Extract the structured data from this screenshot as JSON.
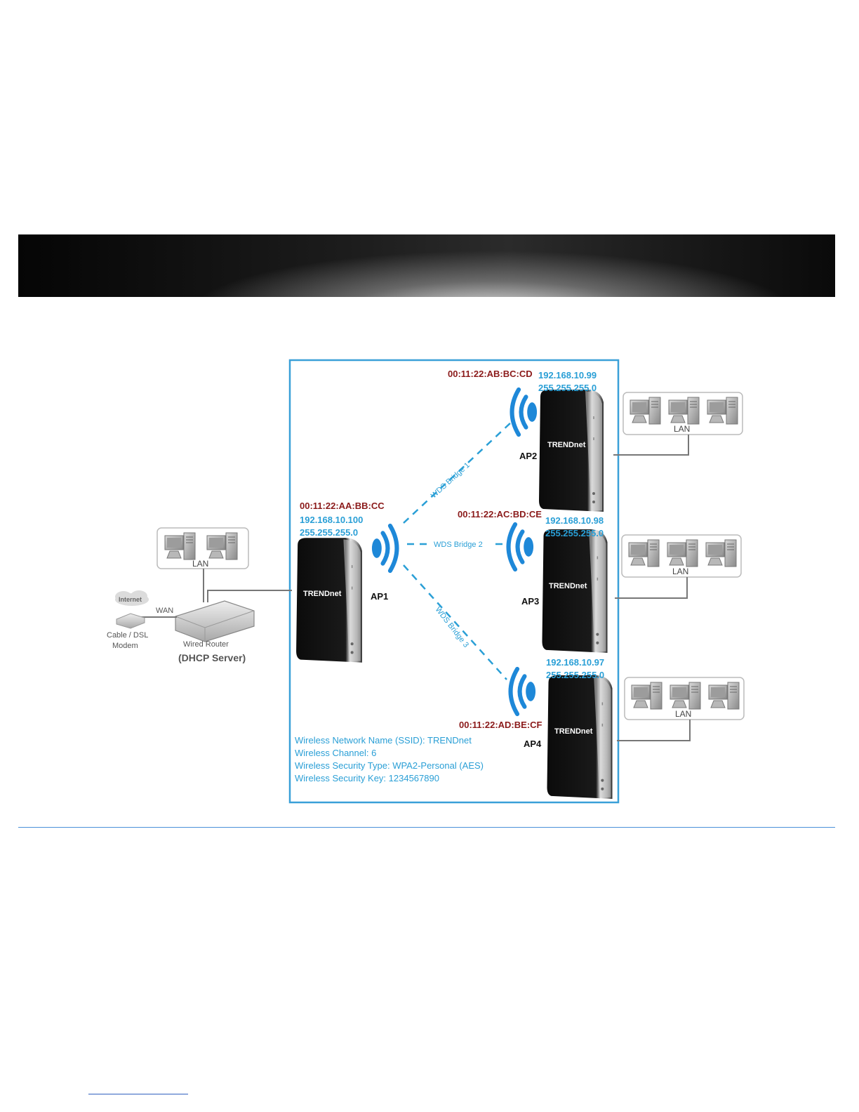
{
  "internet_label": "Internet",
  "wan_label": "WAN",
  "modem_label_1": "Cable / DSL",
  "modem_label_2": "Modem",
  "router_label": "Wired Router",
  "dhcp_label": "(DHCP Server)",
  "lan_label": "LAN",
  "brand_text": "TRENDnet",
  "ap1": {
    "name": "AP1",
    "mac": "00:11:22:AA:BB:CC",
    "ip": "192.168.10.100",
    "mask": "255.255.255.0"
  },
  "ap2": {
    "name": "AP2",
    "mac": "00:11:22:AB:BC:CD",
    "ip": "192.168.10.99",
    "mask": "255.255.255.0"
  },
  "ap3": {
    "name": "AP3",
    "mac": "00:11:22:AC:BD:CE",
    "ip": "192.168.10.98",
    "mask": "255.255.255.0"
  },
  "ap4": {
    "name": "AP4",
    "mac": "00:11:22:AD:BE:CF",
    "ip": "192.168.10.97",
    "mask": "255.255.255.0"
  },
  "bridges": {
    "b1": "WDS Bridge 1",
    "b2": "WDS Bridge 2",
    "b3": "WDS Bridge 3"
  },
  "wireless_info": [
    "Wireless Network Name (SSID): TRENDnet",
    "Wireless Channel: 6",
    "Wireless Security Type: WPA2-Personal (AES)",
    "Wireless Security Key: 1234567890"
  ],
  "colors": {
    "mac": "#8b1a1a",
    "ip": "#2a9fd6",
    "frame": "#3aa0d8",
    "wave": "#1e88d8"
  }
}
